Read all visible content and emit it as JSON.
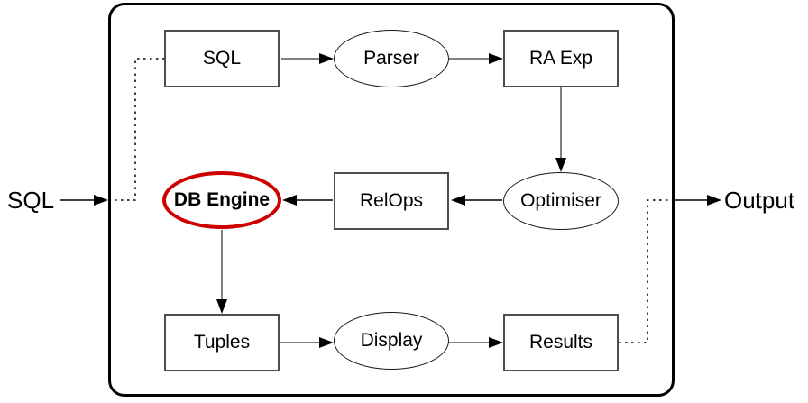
{
  "external": {
    "input_label": "SQL",
    "output_label": "Output"
  },
  "nodes": {
    "sql_box": {
      "label": "SQL",
      "shape": "rectangle"
    },
    "parser": {
      "label": "Parser",
      "shape": "ellipse"
    },
    "ra_exp": {
      "label": "RA Exp",
      "shape": "rectangle"
    },
    "db_engine": {
      "label": "DB Engine",
      "shape": "ellipse",
      "highlighted": true
    },
    "relops": {
      "label": "RelOps",
      "shape": "rectangle"
    },
    "optimiser": {
      "label": "Optimiser",
      "shape": "ellipse"
    },
    "tuples": {
      "label": "Tuples",
      "shape": "rectangle"
    },
    "display": {
      "label": "Display",
      "shape": "ellipse"
    },
    "results": {
      "label": "Results",
      "shape": "rectangle"
    }
  },
  "edges": [
    {
      "from": "sql_box",
      "to": "parser",
      "style": "solid-arrow"
    },
    {
      "from": "parser",
      "to": "ra_exp",
      "style": "solid-arrow"
    },
    {
      "from": "ra_exp",
      "to": "optimiser",
      "style": "solid-arrow"
    },
    {
      "from": "optimiser",
      "to": "relops",
      "style": "solid-arrow"
    },
    {
      "from": "relops",
      "to": "db_engine",
      "style": "solid-arrow"
    },
    {
      "from": "db_engine",
      "to": "tuples",
      "style": "solid-arrow"
    },
    {
      "from": "tuples",
      "to": "display",
      "style": "solid-arrow"
    },
    {
      "from": "display",
      "to": "results",
      "style": "solid-arrow"
    },
    {
      "from": "external-input",
      "to": "sql_box",
      "style": "dotted"
    },
    {
      "from": "results",
      "to": "external-output",
      "style": "dotted"
    }
  ],
  "colors": {
    "highlight_red": "#cc0000",
    "arrow_gray": "#7f7f7f",
    "box_border_gray": "#4d4d4d",
    "line_black": "#000000",
    "background": "#ffffff"
  }
}
